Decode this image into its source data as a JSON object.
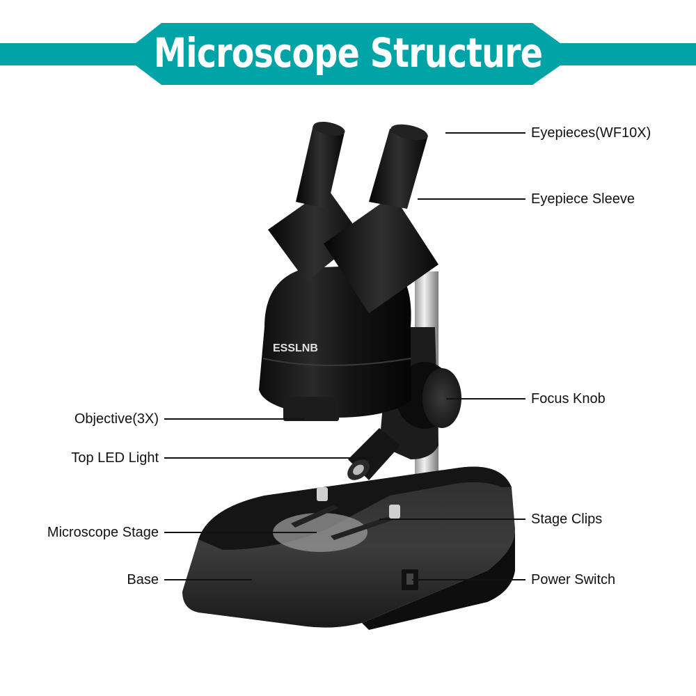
{
  "header": {
    "title": "Microscope Structure",
    "banner_color": "#00A4A6",
    "title_color": "#FFFFFF"
  },
  "product": {
    "brand_mark": "ESSLNB"
  },
  "labels": {
    "eyepieces": "Eyepieces(WF10X)",
    "eyepiece_sleeve": "Eyepiece Sleeve",
    "focus_knob": "Focus Knob",
    "stage_clips": "Stage Clips",
    "power_switch": "Power Switch",
    "objective": "Objective(3X)",
    "top_led_light": "Top LED Light",
    "microscope_stage": "Microscope Stage",
    "base": "Base"
  }
}
